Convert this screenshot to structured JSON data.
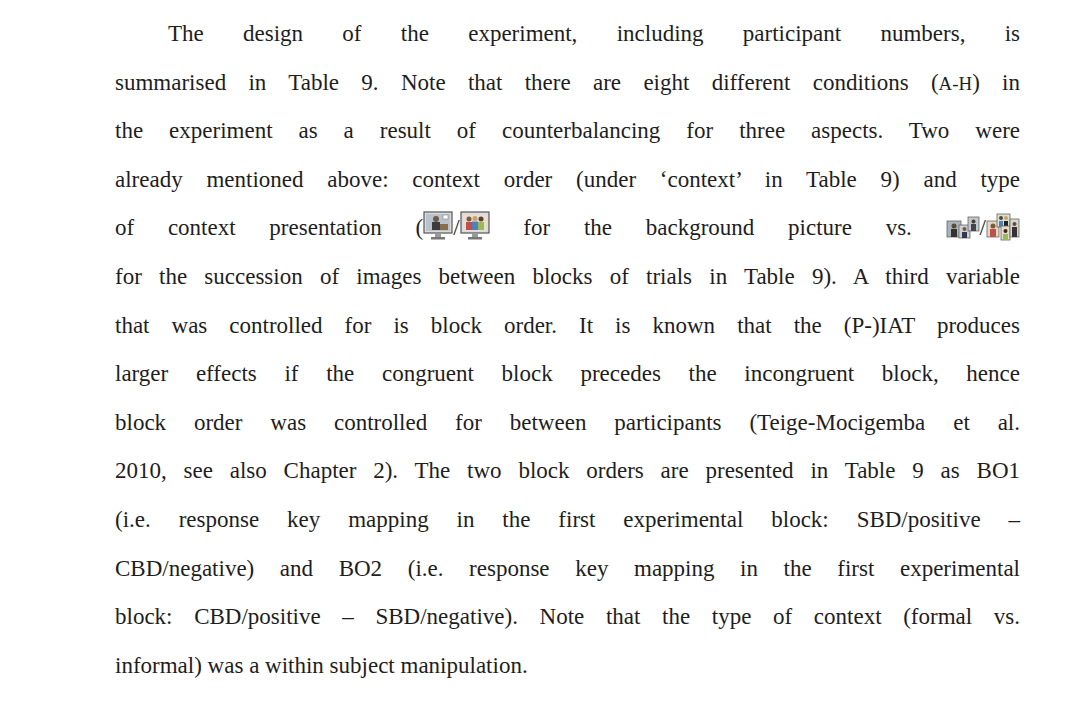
{
  "diagram": {
    "labels": [
      "The design of the experiment, including participant numbers, is",
      "summarised in Table 9. Note that there are eight different conditions (",
      "A-H",
      ") in",
      "the experiment as a result of counterbalancing for three aspects. Two were",
      "already mentioned above: context order (under ‘context’ in Table 9) and type",
      "of context presentation (",
      "/",
      "for the background picture vs.",
      "/",
      "for the succession of images between blocks of trials in Table 9). A third variable",
      "that was controlled for is block order. It is known that the (P-)IAT produces",
      "larger effects if the congruent block precedes the incongruent block, hence",
      "block order was controlled for between participants (Teige-Mocigemba et al.",
      "2010, see also Chapter 2). The two block orders are presented in Table 9 as BO1",
      "(i.e. response key mapping in the first experimental block: SBD/positive –",
      "CBD/negative) and BO2 (i.e. response key mapping in the first experimental",
      "block: CBD/positive – SBD/negative). Note that the type of context (formal vs.",
      "informal) was a within subject manipulation."
    ]
  }
}
